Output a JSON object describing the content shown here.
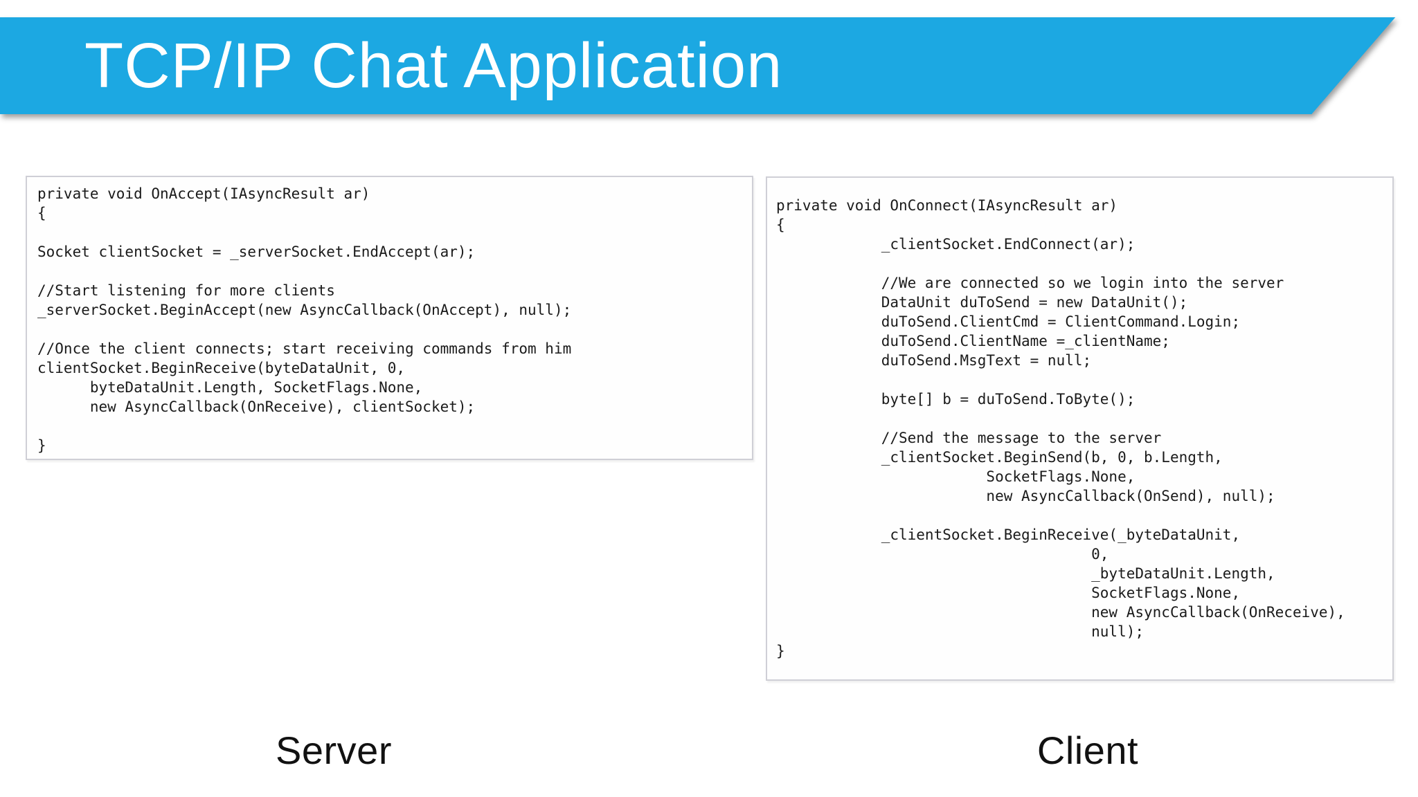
{
  "slide": {
    "title": "TCP/IP Chat Application"
  },
  "colors": {
    "banner_blue": "#1ca8e2",
    "banner_text": "#ffffff",
    "code_text": "#1a1a1a",
    "panel_border": "#cfcfd6"
  },
  "panels": [
    {
      "id": "server",
      "caption": "Server",
      "code_lines": [
        "private void OnAccept(IAsyncResult ar)",
        "{",
        "",
        "Socket clientSocket = _serverSocket.EndAccept(ar);",
        "",
        "//Start listening for more clients",
        "_serverSocket.BeginAccept(new AsyncCallback(OnAccept), null);",
        "",
        "//Once the client connects; start receiving commands from him",
        "clientSocket.BeginReceive(byteDataUnit, 0,",
        "      byteDataUnit.Length, SocketFlags.None,",
        "      new AsyncCallback(OnReceive), clientSocket);",
        "",
        "}"
      ]
    },
    {
      "id": "client",
      "caption": "Client",
      "code_lines": [
        "private void OnConnect(IAsyncResult ar)",
        "{",
        "            _clientSocket.EndConnect(ar);",
        "",
        "            //We are connected so we login into the server",
        "            DataUnit duToSend = new DataUnit();",
        "            duToSend.ClientCmd = ClientCommand.Login;",
        "            duToSend.ClientName =_clientName;",
        "            duToSend.MsgText = null;",
        "",
        "            byte[] b = duToSend.ToByte();",
        "",
        "            //Send the message to the server",
        "            _clientSocket.BeginSend(b, 0, b.Length,",
        "                        SocketFlags.None,",
        "                        new AsyncCallback(OnSend), null);",
        "",
        "            _clientSocket.BeginReceive(_byteDataUnit,",
        "                                    0,",
        "                                    _byteDataUnit.Length,",
        "                                    SocketFlags.None,",
        "                                    new AsyncCallback(OnReceive),",
        "                                    null);",
        "}"
      ]
    }
  ]
}
